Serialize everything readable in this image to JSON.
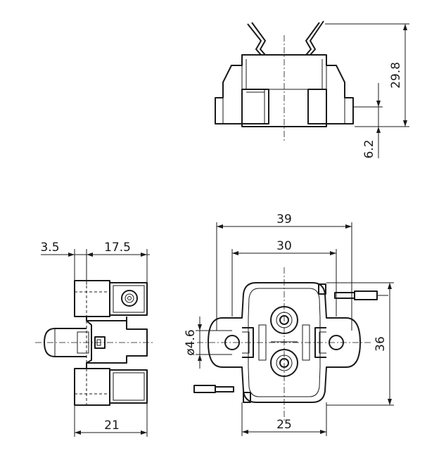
{
  "drawing": {
    "colors": {
      "line": "#1a1a1a",
      "background": "#ffffff"
    },
    "dimensions": {
      "top_height": "29.8",
      "top_step": "6.2",
      "front_width_outer": "39",
      "front_width_inner": "30",
      "front_width_bottom": "25",
      "front_height": "36",
      "pin_diameter": "ø4.6",
      "side_left_offset": "3.5",
      "side_width": "17.5",
      "side_bottom_width": "21"
    }
  }
}
